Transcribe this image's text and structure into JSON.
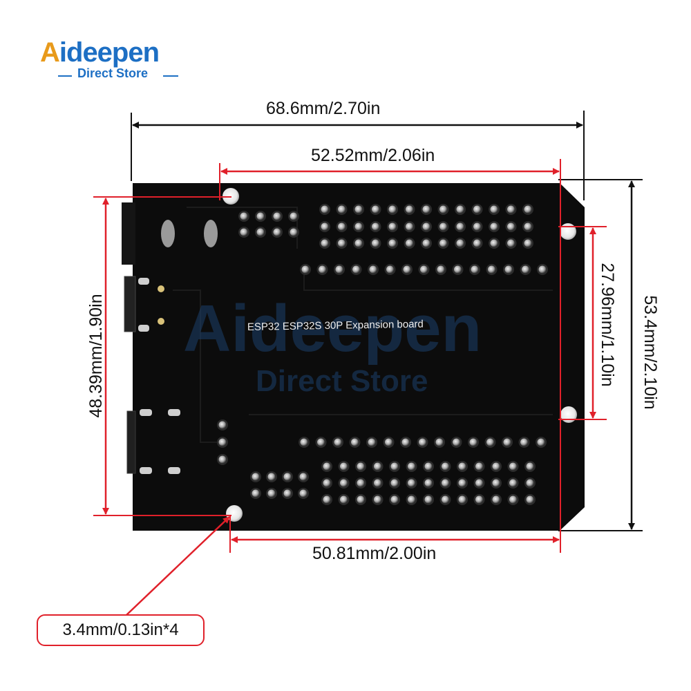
{
  "brand": {
    "name_prefix": "A",
    "name_rest": "ideepen",
    "tagline": "Direct Store"
  },
  "board": {
    "silkscreen": "ESP32 ESP32S 30P Expansion board",
    "watermark_name": "Aideepen",
    "watermark_tagline": "Direct Store"
  },
  "dimensions": {
    "overall_width": "68.6mm/2.70in",
    "header_span_top": "52.52mm/2.06in",
    "header_span_bottom": "50.81mm/2.00in",
    "left_height": "48.39mm/1.90in",
    "right_inner_height": "27.96mm/1.10in",
    "overall_height": "53.4mm/2.10in",
    "hole_size": "3.4mm/0.13in*4"
  },
  "colors": {
    "dimension_red": "#e0202a",
    "dimension_black": "#111111",
    "board": "#0c0c0c",
    "brand_blue": "#1d6fc4",
    "brand_orange": "#e89a1b"
  }
}
